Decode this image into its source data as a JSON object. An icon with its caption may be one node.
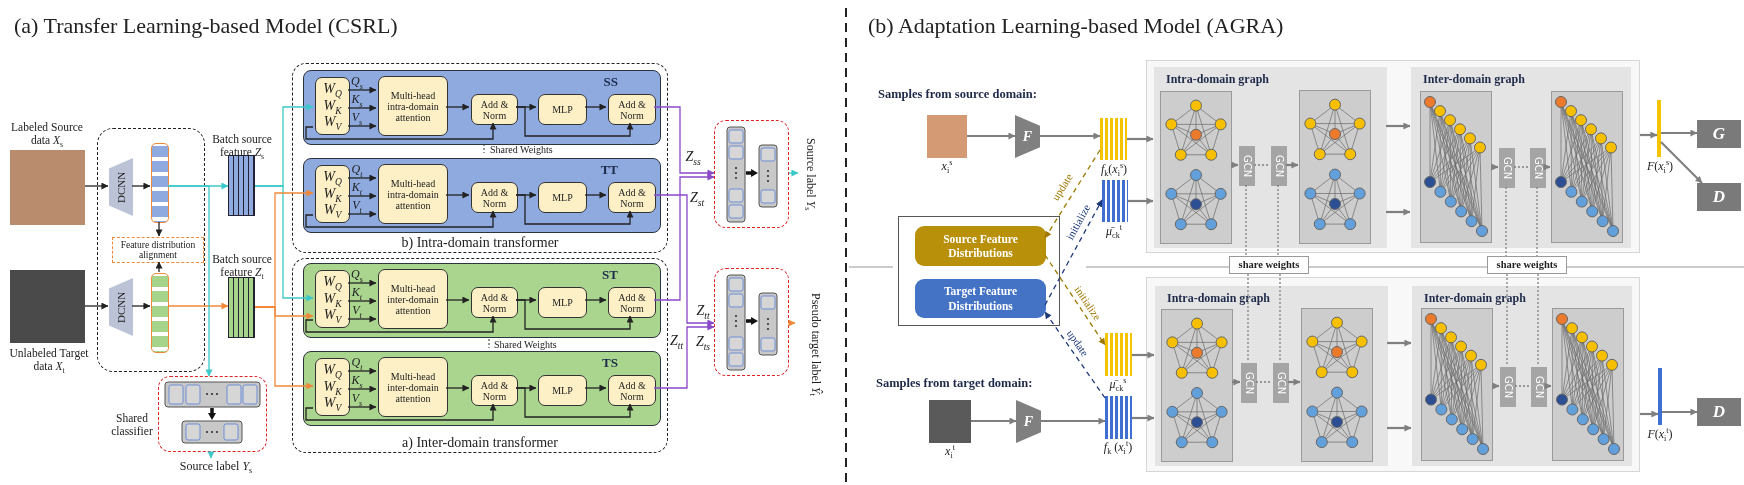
{
  "diagram": {
    "nodes": [
      {
        "text": [],
        "shape": "picture",
        "beside": [
          "Labeled Source data *X*$_{s}$"
        ]
      },
      {
        "text": [],
        "shape": "picture",
        "beside": [
          "Unlabeled Target data *X*$_{t}$"
        ]
      },
      {
        "text": [],
        "shape": "box"
      },
      {
        "text": [
          "DCNN"
        ],
        "in": 2
      },
      {
        "text": [
          "DCNN"
        ],
        "in": 2
      },
      {
        "text": [],
        "shape": "bar",
        "in": 2
      },
      {
        "text": [],
        "shape": "bar",
        "in": 2
      },
      {
        "text": [
          "Feature distribution alignment"
        ],
        "in": 2
      },
      {
        "text": [],
        "shape": "bar",
        "beside": [
          "Batch source feature *Z*$_{s}$"
        ]
      },
      {
        "text": [],
        "shape": "bar",
        "beside": [
          "Batch source feature *Z*$_{t}$"
        ]
      },
      {
        "text": [],
        "shape": "box",
        "beside": [
          "Shared classifier"
        ]
      },
      {
        "text": [
          "Source label *Y*$_{s}$"
        ]
      },
      {
        "text": [
          "b) Intra-domain transformer"
        ]
      },
      {
        "text": [
          "SS"
        ],
        "in": 12
      },
      {
        "text": [
          "W$_{Q}$ W$_{K}$ W$_{V}$"
        ],
        "in": 13
      },
      {
        "text": [
          "Multi-head intra-domain attention"
        ],
        "in": 13
      },
      {
        "text": [
          "Add & Norm"
        ],
        "in": 13
      },
      {
        "text": [
          "MLP"
        ],
        "in": 13
      },
      {
        "text": [
          "Add & Norm"
        ],
        "in": 13
      },
      {
        "text": [
          "TT"
        ],
        "in": 12
      },
      {
        "text": [
          "W$_{Q}$ W$_{K}$ W$_{V}$"
        ],
        "in": 19
      },
      {
        "text": [
          "Multi-head intra-domain attention"
        ],
        "in": 19
      },
      {
        "text": [
          "Add & Norm"
        ],
        "in": 19
      },
      {
        "text": [
          "MLP"
        ],
        "in": 19
      },
      {
        "text": [
          "Add & Norm"
        ],
        "in": 19
      },
      {
        "text": [
          "a) Inter-domain transformer"
        ]
      },
      {
        "text": [
          "ST"
        ],
        "in": 25
      },
      {
        "text": [
          "W$_{Q}$ W$_{K}$ W$_{V}$"
        ],
        "in": 26
      },
      {
        "text": [
          "Multi-head inter-domain attention"
        ],
        "in": 26
      },
      {
        "text": [
          "Add & Norm"
        ],
        "in": 26
      },
      {
        "text": [
          "MLP"
        ],
        "in": 26
      },
      {
        "text": [
          "Add & Norm"
        ],
        "in": 26
      },
      {
        "text": [
          "TS"
        ],
        "in": 25
      },
      {
        "text": [
          "W$_{Q}$ W$_{K}$ W$_{V}$"
        ],
        "in": 32
      },
      {
        "text": [
          "Multi-head inter-domain attention"
        ],
        "in": 32
      },
      {
        "text": [
          "Add & Norm"
        ],
        "in": 32
      },
      {
        "text": [
          "MLP"
        ],
        "in": 32
      },
      {
        "text": [
          "Add & Norm"
        ],
        "in": 32
      },
      {
        "text": [],
        "shape": "box"
      },
      {
        "text": [
          "Source label *Y*$_{s}$"
        ]
      },
      {
        "text": [],
        "shape": "box"
      },
      {
        "text": [
          "Pseudo target label *Ŷ*$_{t}$"
        ]
      },
      {
        "text": [],
        "shape": "picture",
        "beside": [
          "*x*$_{i}$$^{s}$"
        ]
      },
      {
        "text": [
          "F"
        ]
      },
      {
        "text": [],
        "shape": "bar",
        "beside": [
          "*f*$_{k}$(*x*$_{i}$$^{s}$)"
        ]
      },
      {
        "text": [],
        "shape": "bar",
        "beside": [
          "*μ̄*$_{ck}$$^{t}$"
        ]
      },
      {
        "text": [],
        "shape": "box"
      },
      {
        "text": [
          "Intra-domain graph"
        ],
        "in": 46
      },
      {
        "text": [],
        "shape": "picture",
        "in": 47
      },
      {
        "text": [
          "GCN"
        ],
        "in": 47
      },
      {
        "text": [
          "GCN"
        ],
        "in": 47
      },
      {
        "text": [],
        "shape": "picture",
        "in": 47
      },
      {
        "text": [
          "Inter-domain graph"
        ],
        "in": 46
      },
      {
        "text": [],
        "shape": "picture",
        "in": 52
      },
      {
        "text": [
          "GCN"
        ],
        "in": 52
      },
      {
        "text": [
          "GCN"
        ],
        "in": 52
      },
      {
        "text": [],
        "shape": "picture",
        "in": 52
      },
      {
        "text": [],
        "shape": "bar",
        "beside": [
          "*F*(*x*$_{i}$$^{s}$)"
        ]
      },
      {
        "text": [
          "G"
        ]
      },
      {
        "text": [
          "D"
        ]
      },
      {
        "text": [],
        "shape": "box"
      },
      {
        "text": [
          "Source Feature Distributions"
        ],
        "in": 60
      },
      {
        "text": [
          "Target Feature Distributions"
        ],
        "in": 60
      },
      {
        "text": [
          "share weights"
        ]
      },
      {
        "text": [
          "share weights"
        ]
      },
      {
        "text": [],
        "shape": "picture",
        "beside": [
          "*x*$_{i}$$^{t}$"
        ]
      },
      {
        "text": [
          "F"
        ]
      },
      {
        "text": [],
        "shape": "bar",
        "beside": [
          "*μ̄*$_{ck}$$^{s}$"
        ]
      },
      {
        "text": [],
        "shape": "bar",
        "beside": [
          "*f*$_{k}$ (*x*$_{i}$$^{t}$)"
        ]
      },
      {
        "text": [],
        "shape": "box"
      },
      {
        "text": [
          "Intra-domain graph"
        ],
        "in": 69
      },
      {
        "text": [],
        "shape": "picture",
        "in": 70
      },
      {
        "text": [
          "GCN"
        ],
        "in": 70
      },
      {
        "text": [
          "GCN"
        ],
        "in": 70
      },
      {
        "text": [],
        "shape": "picture",
        "in": 70
      },
      {
        "text": [
          "Inter-domain graph"
        ],
        "in": 69
      },
      {
        "text": [],
        "shape": "picture",
        "in": 75
      },
      {
        "text": [
          "GCN"
        ],
        "in": 75
      },
      {
        "text": [
          "GCN"
        ],
        "in": 75
      },
      {
        "text": [],
        "shape": "picture",
        "in": 75
      },
      {
        "text": [],
        "shape": "bar",
        "beside": [
          "*F*(*x*$_{i}$$^{t}$)"
        ]
      },
      {
        "text": [
          "D"
        ]
      }
    ],
    "edges": [
      {
        "from": 0,
        "to": 3,
        "arrow": "to"
      },
      {
        "from": 3,
        "to": 5,
        "arrow": "to"
      },
      {
        "from": 1,
        "to": 4,
        "arrow": "to"
      },
      {
        "from": 4,
        "to": 6,
        "arrow": "to"
      },
      {
        "from": 5,
        "to": 7,
        "arrow": "to"
      },
      {
        "from": 6,
        "to": 7,
        "arrow": "to"
      },
      {
        "from": 5,
        "to": 8,
        "arrow": "to",
        "color": "#3cc8c8"
      },
      {
        "from": 6,
        "to": 9,
        "arrow": "to",
        "color": "#f0883a"
      },
      {
        "from": 5,
        "to": 10,
        "arrow": "to",
        "color": "#3cc8c8"
      },
      {
        "from": 10,
        "to": 11,
        "arrow": "to",
        "color": "#3cc8c8"
      },
      {
        "from": 8,
        "to": 14,
        "arrow": "to",
        "color": "#3cc8c8"
      },
      {
        "from": 8,
        "to": 27,
        "arrow": "to",
        "color": "#3cc8c8"
      },
      {
        "from": 9,
        "to": 20,
        "arrow": "to",
        "color": "#f0883a"
      },
      {
        "from": 9,
        "to": 27,
        "arrow": "to",
        "color": "#f0883a"
      },
      {
        "from": 9,
        "to": 33,
        "arrow": "to",
        "color": "#f0883a"
      },
      {
        "from": 14,
        "to": 15,
        "arrow": "to",
        "label": "Q$_{s}$"
      },
      {
        "from": 14,
        "to": 15,
        "arrow": "to",
        "label": "K$_{s}$"
      },
      {
        "from": 14,
        "to": 15,
        "arrow": "to",
        "label": "V$_{s}$"
      },
      {
        "from": 15,
        "to": 16,
        "arrow": "to"
      },
      {
        "from": 16,
        "to": 17,
        "arrow": "to"
      },
      {
        "from": 17,
        "to": 18,
        "arrow": "to"
      },
      {
        "from": 14,
        "to": 16,
        "arrow": "to"
      },
      {
        "from": 16,
        "to": 18,
        "arrow": "to"
      },
      {
        "from": 20,
        "to": 21,
        "arrow": "to",
        "label": "Q$_{t}$"
      },
      {
        "from": 20,
        "to": 21,
        "arrow": "to",
        "label": "K$_{t}$"
      },
      {
        "from": 20,
        "to": 21,
        "arrow": "to",
        "label": "V$_{t}$"
      },
      {
        "from": 21,
        "to": 22,
        "arrow": "to"
      },
      {
        "from": 22,
        "to": 23,
        "arrow": "to"
      },
      {
        "from": 23,
        "to": 24,
        "arrow": "to"
      },
      {
        "from": 20,
        "to": 22,
        "arrow": "to"
      },
      {
        "from": 22,
        "to": 24,
        "arrow": "to"
      },
      {
        "from": 27,
        "to": 28,
        "arrow": "to",
        "label": "Q$_{s}$"
      },
      {
        "from": 27,
        "to": 28,
        "arrow": "to",
        "label": "K$_{t}$"
      },
      {
        "from": 27,
        "to": 28,
        "arrow": "to",
        "label": "V$_{t}$"
      },
      {
        "from": 28,
        "to": 29,
        "arrow": "to"
      },
      {
        "from": 29,
        "to": 30,
        "arrow": "to"
      },
      {
        "from": 30,
        "to": 31,
        "arrow": "to"
      },
      {
        "from": 27,
        "to": 29,
        "arrow": "to"
      },
      {
        "from": 29,
        "to": 31,
        "arrow": "to"
      },
      {
        "from": 33,
        "to": 34,
        "arrow": "to",
        "label": "Q$_{t}$"
      },
      {
        "from": 33,
        "to": 34,
        "arrow": "to",
        "label": "K$_{s}$"
      },
      {
        "from": 33,
        "to": 34,
        "arrow": "to",
        "label": "V$_{s}$"
      },
      {
        "from": 34,
        "to": 35,
        "arrow": "to"
      },
      {
        "from": 35,
        "to": 36,
        "arrow": "to"
      },
      {
        "from": 36,
        "to": 37,
        "arrow": "to"
      },
      {
        "from": 33,
        "to": 35,
        "arrow": "to"
      },
      {
        "from": 35,
        "to": 37,
        "arrow": "to"
      },
      {
        "from": 18,
        "to": 38,
        "arrow": "to",
        "label": "Z$_{ss}$",
        "color": "#8a48c8"
      },
      {
        "from": 31,
        "to": 38,
        "arrow": "to",
        "label": "Z$_{st}$",
        "color": "#8a48c8"
      },
      {
        "from": 24,
        "to": 40,
        "arrow": "to",
        "label": "Z$_{tt}$",
        "color": "#8a48c8"
      },
      {
        "from": 37,
        "to": 40,
        "arrow": "to",
        "label": "Z$_{ts}$",
        "color": "#8a48c8"
      },
      {
        "from": 38,
        "to": 39,
        "arrow": "to",
        "color": "#3cc8c8"
      },
      {
        "from": 40,
        "to": 41,
        "arrow": "to",
        "color": "#f0883a"
      },
      {
        "from": 42,
        "to": 43,
        "arrow": "to",
        "color": "#7f7f7f"
      },
      {
        "from": 43,
        "to": 44,
        "arrow": "to",
        "color": "#7f7f7f"
      },
      {
        "from": 44,
        "to": 47,
        "arrow": "to",
        "color": "#7f7f7f"
      },
      {
        "from": 45,
        "to": 47,
        "arrow": "to",
        "color": "#7f7f7f"
      },
      {
        "from": 48,
        "to": 49,
        "arrow": "to",
        "color": "#7f7f7f"
      },
      {
        "from": 49,
        "to": 50,
        "arrow": "none",
        "style": "dashed",
        "color": "#7f7f7f"
      },
      {
        "from": 50,
        "to": 51,
        "arrow": "to",
        "color": "#7f7f7f"
      },
      {
        "from": 47,
        "to": 52,
        "arrow": "to",
        "color": "#7f7f7f"
      },
      {
        "from": 47,
        "to": 52,
        "arrow": "to",
        "color": "#7f7f7f"
      },
      {
        "from": 53,
        "to": 54,
        "arrow": "to",
        "color": "#7f7f7f"
      },
      {
        "from": 54,
        "to": 55,
        "arrow": "none",
        "style": "dashed",
        "color": "#7f7f7f"
      },
      {
        "from": 55,
        "to": 56,
        "arrow": "to",
        "color": "#7f7f7f"
      },
      {
        "from": 46,
        "to": 57,
        "arrow": "to",
        "color": "#7f7f7f"
      },
      {
        "from": 57,
        "to": 58,
        "arrow": "to",
        "color": "#7f7f7f"
      },
      {
        "from": 57,
        "to": 59,
        "arrow": "to",
        "color": "#7f7f7f"
      },
      {
        "from": 44,
        "to": 61,
        "arrow": "to",
        "label": "update",
        "style": "dashed",
        "color": "#a07800"
      },
      {
        "from": 62,
        "to": 45,
        "arrow": "to",
        "label": "initialize",
        "style": "dashed",
        "color": "#1f3a7a"
      },
      {
        "from": 61,
        "to": 67,
        "arrow": "to",
        "label": "initialize",
        "style": "dashed",
        "color": "#a07800"
      },
      {
        "from": 68,
        "to": 62,
        "arrow": "to",
        "label": "update",
        "style": "dashed",
        "color": "#1f3a7a"
      },
      {
        "from": 49,
        "to": 63,
        "arrow": "none",
        "style": "dashed",
        "color": "#7f7f7f"
      },
      {
        "from": 63,
        "to": 72,
        "arrow": "none",
        "style": "dashed",
        "color": "#7f7f7f"
      },
      {
        "from": 50,
        "to": 63,
        "arrow": "none",
        "style": "dashed",
        "color": "#7f7f7f"
      },
      {
        "from": 63,
        "to": 73,
        "arrow": "none",
        "style": "dashed",
        "color": "#7f7f7f"
      },
      {
        "from": 54,
        "to": 64,
        "arrow": "none",
        "style": "dashed",
        "color": "#7f7f7f"
      },
      {
        "from": 64,
        "to": 77,
        "arrow": "none",
        "style": "dashed",
        "color": "#7f7f7f"
      },
      {
        "from": 55,
        "to": 64,
        "arrow": "none",
        "style": "dashed",
        "color": "#7f7f7f"
      },
      {
        "from": 64,
        "to": 78,
        "arrow": "none",
        "style": "dashed",
        "color": "#7f7f7f"
      },
      {
        "from": 65,
        "to": 66,
        "arrow": "to",
        "color": "#7f7f7f"
      },
      {
        "from": 66,
        "to": 68,
        "arrow": "to",
        "color": "#7f7f7f"
      },
      {
        "from": 67,
        "to": 70,
        "arrow": "to",
        "color": "#7f7f7f"
      },
      {
        "from": 68,
        "to": 70,
        "arrow": "to",
        "color": "#7f7f7f"
      },
      {
        "from": 71,
        "to": 72,
        "arrow": "to",
        "color": "#7f7f7f"
      },
      {
        "from": 72,
        "to": 73,
        "arrow": "none",
        "style": "dashed",
        "color": "#7f7f7f"
      },
      {
        "from": 73,
        "to": 74,
        "arrow": "to",
        "color": "#7f7f7f"
      },
      {
        "from": 70,
        "to": 75,
        "arrow": "to",
        "color": "#7f7f7f"
      },
      {
        "from": 70,
        "to": 75,
        "arrow": "to",
        "color": "#7f7f7f"
      },
      {
        "from": 76,
        "to": 77,
        "arrow": "to",
        "color": "#7f7f7f"
      },
      {
        "from": 77,
        "to": 78,
        "arrow": "none",
        "style": "dashed",
        "color": "#7f7f7f"
      },
      {
        "from": 78,
        "to": 79,
        "arrow": "to",
        "color": "#7f7f7f"
      },
      {
        "from": 69,
        "to": 80,
        "arrow": "to",
        "color": "#7f7f7f"
      },
      {
        "from": 80,
        "to": 81,
        "arrow": "to",
        "color": "#7f7f7f"
      }
    ],
    "labels": [
      "(a) Transfer Learning-based Model (CSRL)",
      "Shared Weights",
      "Shared Weights",
      "Z$_{tt}$",
      "(b) Adaptation Learning-based Model (AGRA)",
      "Samples from source domain:",
      "Samples from target domain:"
    ]
  }
}
